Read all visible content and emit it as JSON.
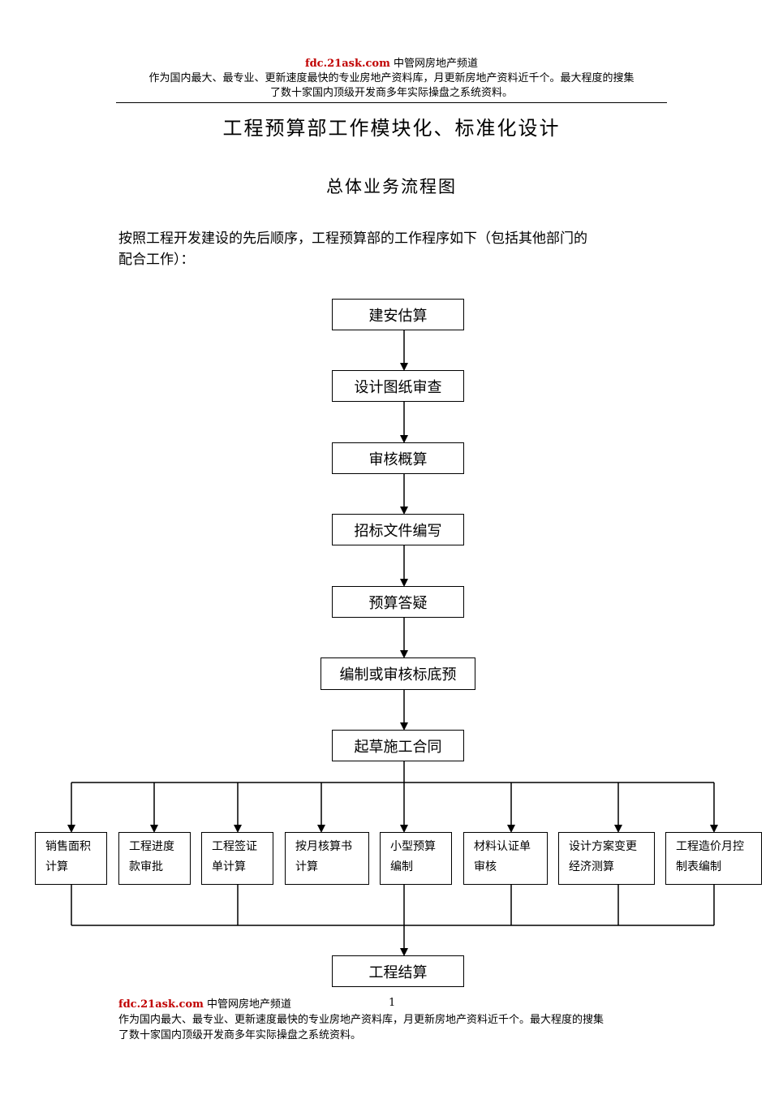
{
  "header": {
    "site": "fdc.21ask.com",
    "channel": "中管网房地产频道",
    "line1": "作为国内最大、最专业、更新速度最快的专业房地产资料库，月更新房地产资料近千个。最大程度的搜集",
    "line2": "了数十家国内顶级开发商多年实际操盘之系统资料。"
  },
  "title": "工程预算部工作模块化、标准化设计",
  "subtitle": "总体业务流程图",
  "intro": {
    "line1": "按照工程开发建设的先后顺序，工程预算部的工作程序如下（包括其他部门的",
    "line2": "配合工作）："
  },
  "flow": {
    "main_steps": [
      "建安估算",
      "设计图纸审查",
      "审核概算",
      "招标文件编写",
      "预算答疑",
      "编制或审核标底预",
      "起草施工合同"
    ],
    "sub_steps": [
      {
        "line1": "销售面积",
        "line2": "计算"
      },
      {
        "line1": "工程进度",
        "line2": "款审批"
      },
      {
        "line1": "工程签证",
        "line2": "单计算"
      },
      {
        "line1": "按月核算书",
        "line2": "计算"
      },
      {
        "line1": "小型预算",
        "line2": "编制"
      },
      {
        "line1": "材料认证单",
        "line2": "审核"
      },
      {
        "line1": "设计方案变更",
        "line2": "经济测算"
      },
      {
        "line1": "工程造价月控",
        "line2": "制表编制"
      }
    ],
    "final_step": "工程结算"
  },
  "footer": {
    "site": "fdc.21ask.com",
    "channel": "中管网房地产频道",
    "page": "1",
    "line1": "作为国内最大、最专业、更新速度最快的专业房地产资料库，月更新房地产资料近千个。最大程度的搜集",
    "line2": "了数十家国内顶级开发商多年实际操盘之系统资料。"
  }
}
